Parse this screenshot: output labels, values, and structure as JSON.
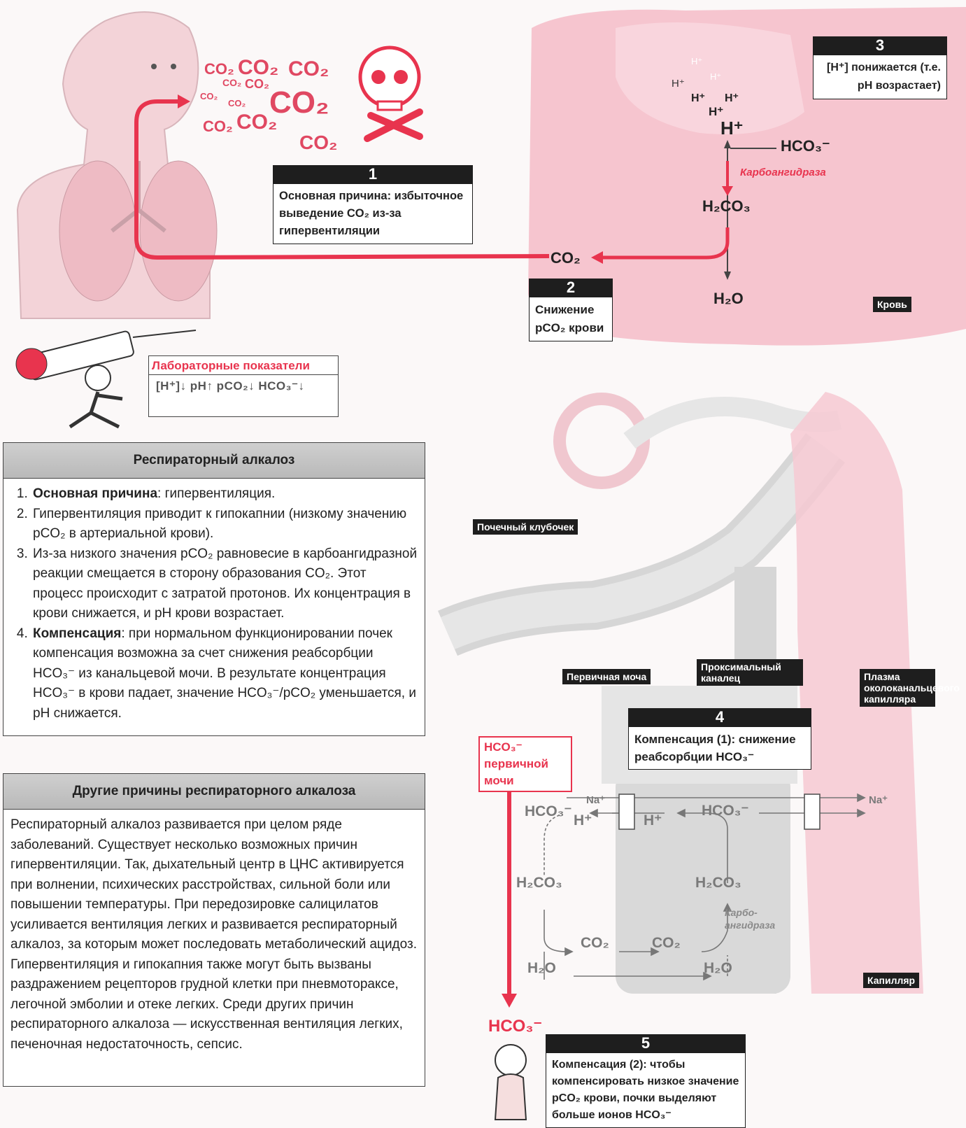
{
  "step1": {
    "number": "1",
    "text": "Основная причина: избыточное выведение CO₂ из-за гипервентиляции"
  },
  "step2": {
    "number": "2",
    "text": "Снижение pCO₂ крови"
  },
  "step3": {
    "number": "3",
    "text": "[H⁺] понижается (т.е. pH возрастает)"
  },
  "step4": {
    "number": "4",
    "text": "Компенсация (1): снижение реабсорбции HCO₃⁻"
  },
  "step5": {
    "number": "5",
    "text": "Компенсация (2): чтобы компенсировать низкое значение pCO₂ крови, почки выделяют больше ионов HCO₃⁻"
  },
  "exhaled_co2": [
    "CO₂",
    "CO₂",
    "CO₂",
    "CO₂",
    "CO₂",
    "CO₂",
    "CO₂",
    "CO₂",
    "CO₂",
    "CO₂",
    "CO₂"
  ],
  "blood": {
    "h_plus": "H⁺",
    "hco3": "HCO₃⁻",
    "enzyme": "Карбоангидраза",
    "h2co3": "H₂CO₃",
    "co2": "CO₂",
    "h2o": "H₂O",
    "label": "Кровь",
    "small_h": [
      "H⁺",
      "H⁺",
      "H⁺",
      "H⁺",
      "H⁺",
      "H⁺",
      "H⁺"
    ]
  },
  "lab": {
    "title": "Лабораторные показатели",
    "values": "[H⁺]↓ pH↑ pCO₂↓ HCO₃⁻↓"
  },
  "kidney": {
    "glomerulus": "Почечный клубочек",
    "primary_urine": "Первичная моча",
    "proximal_tubule": "Проксимальный каналец",
    "plasma": "Плазма околоканальцевого капилляра",
    "capillary": "Капилляр",
    "hco3_primary": "HCO₃⁻ первичной мочи",
    "hco3_out": "HCO₃⁻",
    "lumen": {
      "hco3": "HCO₃⁻",
      "na": "Na⁺",
      "h": "H⁺",
      "h2co3": "H₂CO₃",
      "co2": "CO₂",
      "h2o": "H₂O"
    },
    "cell": {
      "h": "H⁺",
      "hco3": "HCO₃⁻",
      "h2co3": "H₂CO₃",
      "enzyme": "Карбо-ангидраза",
      "co2": "CO₂",
      "h2o": "H₂O",
      "na": "Na⁺"
    }
  },
  "panel1": {
    "title": "Респираторный алкалоз",
    "items": [
      {
        "bold": "Основная причина",
        "text": ": гипервентиляция."
      },
      {
        "bold": "",
        "text": "Гипервентиляция приводит к гипокапнии (низкому значению pCO₂ в артериальной крови)."
      },
      {
        "bold": "",
        "text": "Из-за низкого значения pCO₂ равновесие в карбоангидразной реакции смещается в сторону образования CO₂. Этот процесс происходит с затратой протонов. Их концентрация в крови снижается, и pH крови возрастает."
      },
      {
        "bold": "Компенсация",
        "text": ": при нормальном функционировании почек компенсация возможна за счет снижения реабсорбции HCO₃⁻ из канальцевой мочи. В результате концентрация HCO₃⁻ в крови падает, значение HCO₃⁻/pCO₂ уменьшается, и pH снижается."
      }
    ]
  },
  "panel2": {
    "title": "Другие причины респираторного алкалоза",
    "text": "Респираторный алкалоз развивается при целом ряде заболеваний. Существует несколько возможных причин гипервентиляции. Так, дыхательный центр в ЦНС активируется при волнении, психических расстройствах, сильной боли или повышении температуры. При передозировке салицилатов усиливается вентиляция легких и развивается респираторный алкалоз, за которым может последовать метаболический ацидоз. Гипервентиляция и гипокапния также могут быть вызваны раздражением рецепторов грудной клетки при пневмотораксе, легочной эмболии и отеке легких. Среди других причин респираторного алкалоза — искусственная вентиляция легких, печеночная недостаточность, сепсис."
  },
  "colors": {
    "accent": "#e8344e",
    "pink_bg": "#f6c9d2",
    "dark": "#1e1e1e"
  }
}
